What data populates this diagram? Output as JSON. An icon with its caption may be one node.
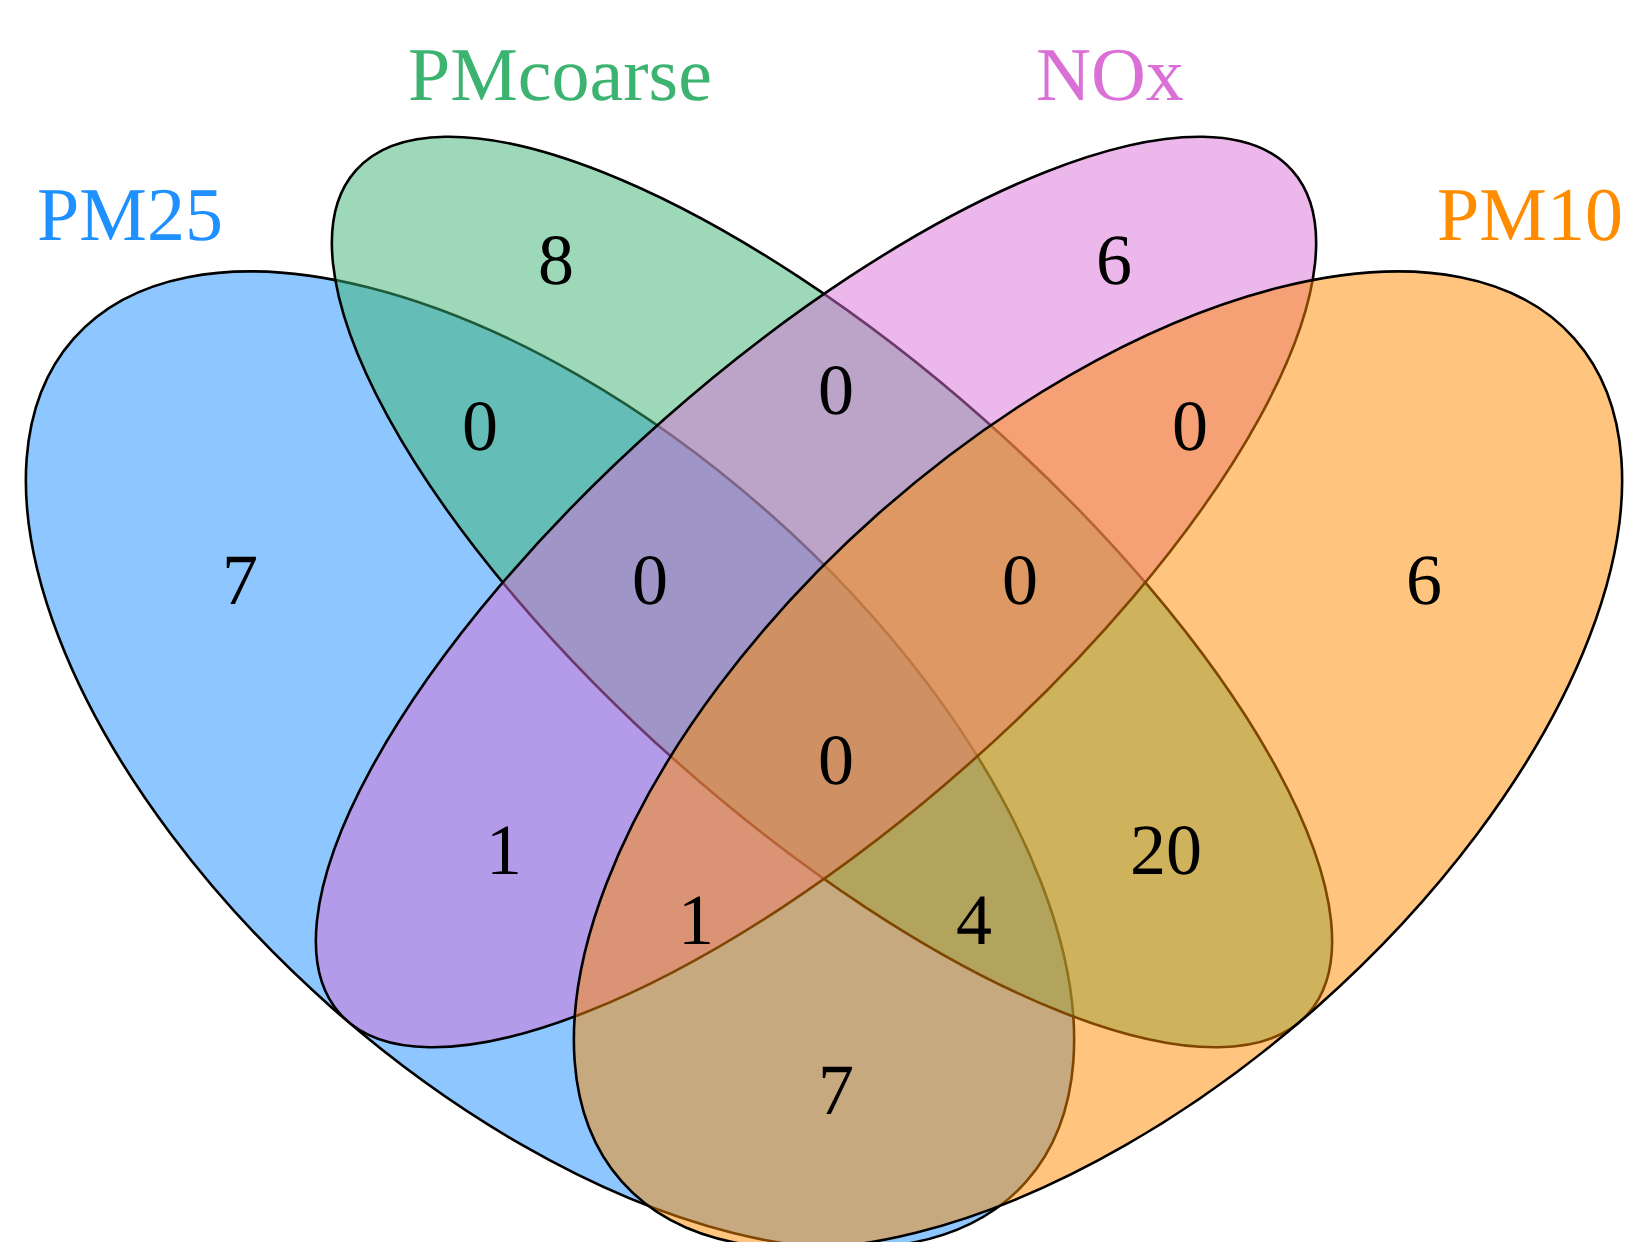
{
  "diagram": {
    "nodes": [
      {
        "text": [
          "PM25"
        ]
      },
      {
        "text": [
          "PMcoarse"
        ]
      },
      {
        "text": [
          "NOx"
        ]
      },
      {
        "text": [
          "PM10"
        ]
      }
    ],
    "labels": [
      "8",
      "6",
      "0",
      "0",
      "0",
      "7",
      "0",
      "0",
      "6",
      "0",
      "1",
      "20",
      "1",
      "4",
      "7"
    ]
  }
}
